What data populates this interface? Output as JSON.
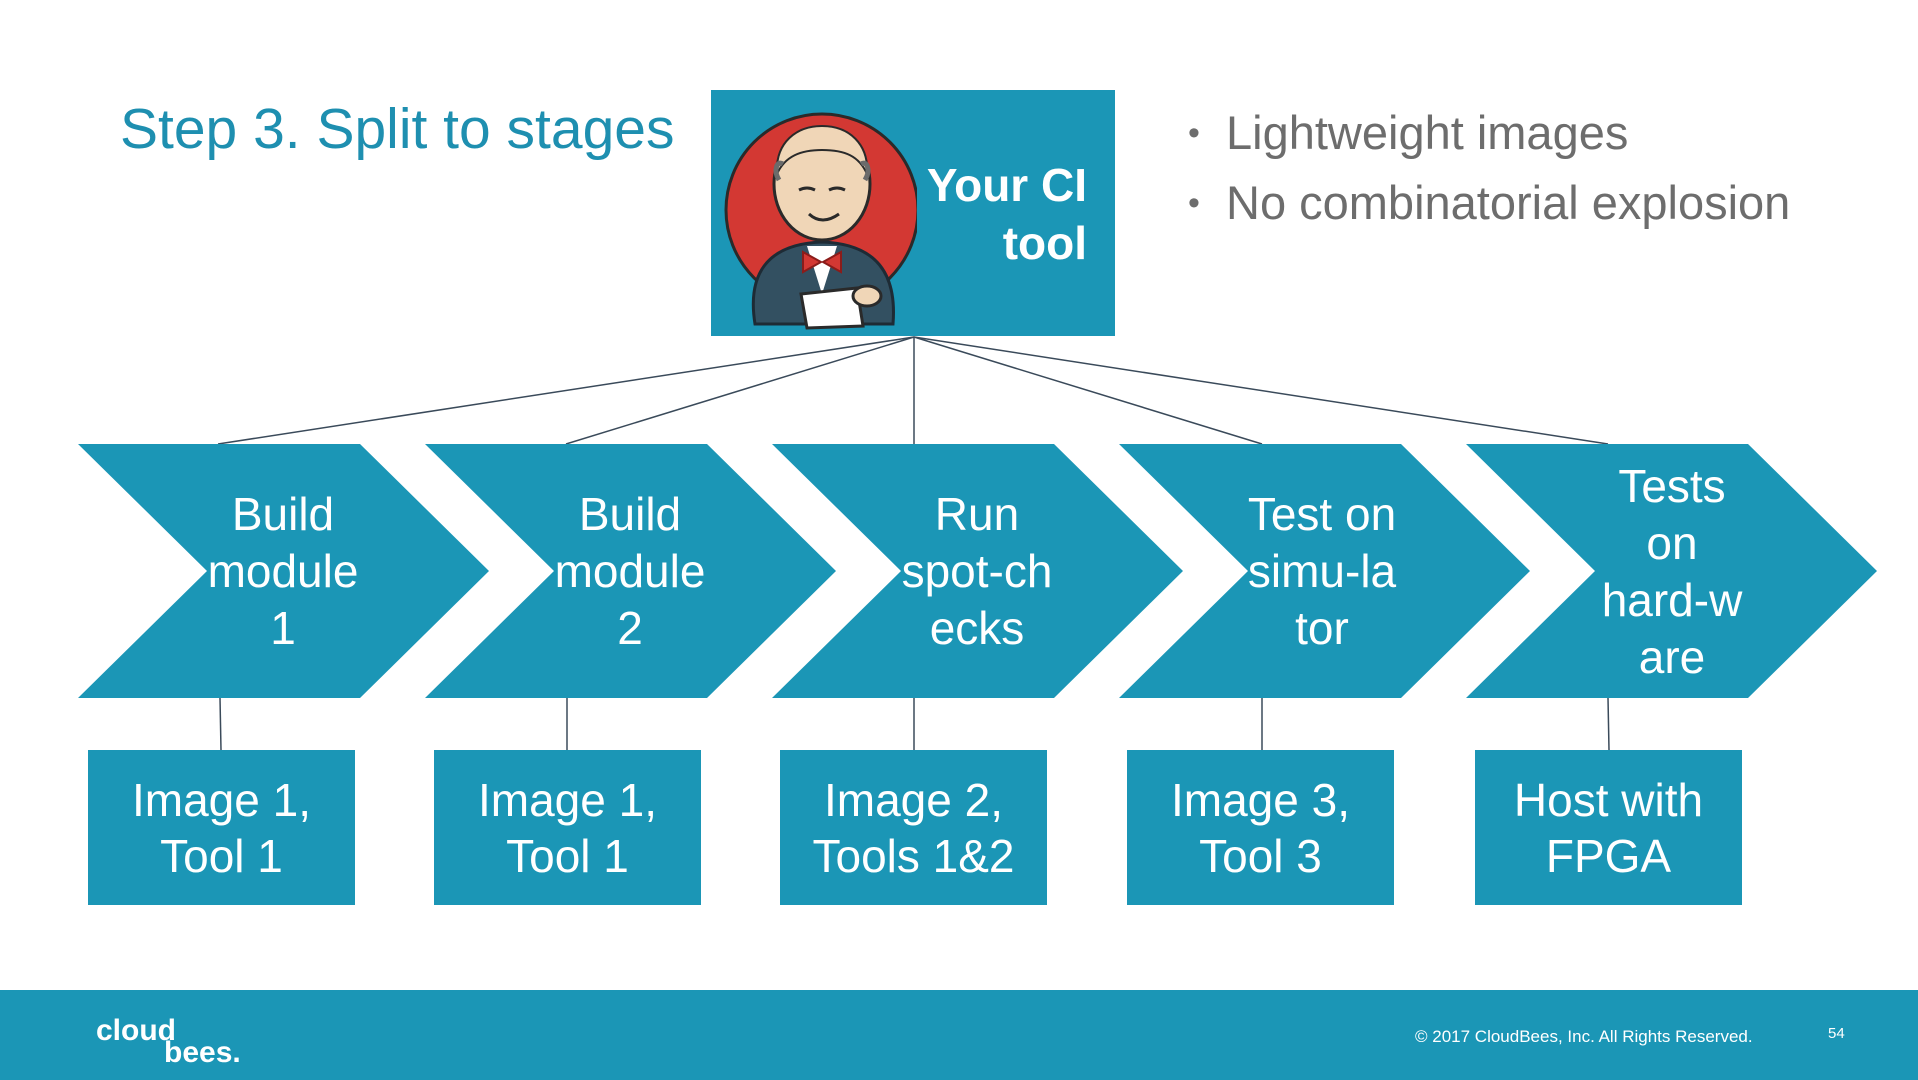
{
  "slide": {
    "title": "Step 3. Split to stages",
    "ci_tool_label": "Your CI tool",
    "bullets": [
      "Lightweight images",
      "No combinatorial explosion"
    ]
  },
  "stages": [
    {
      "label": "Build module 1",
      "box": "Image 1, Tool 1"
    },
    {
      "label": "Build module 2",
      "box": "Image 1, Tool 1"
    },
    {
      "label": "Run spot-ch ecks",
      "box": "Image 2, Tools 1&2"
    },
    {
      "label": "Test on simu-la tor",
      "box": "Image 3, Tool 3"
    },
    {
      "label": "Tests on hard-w are",
      "box": "Host with FPGA"
    }
  ],
  "footer": {
    "logo_text": "cloudbees.",
    "copyright": "© 2017 CloudBees, Inc. All Rights Reserved.",
    "page_number": "54"
  },
  "colors": {
    "accent": "#1b96b6",
    "title": "#1e8fb0",
    "bullet_text": "#6d6d6d",
    "connector": "#3a4a5a"
  }
}
